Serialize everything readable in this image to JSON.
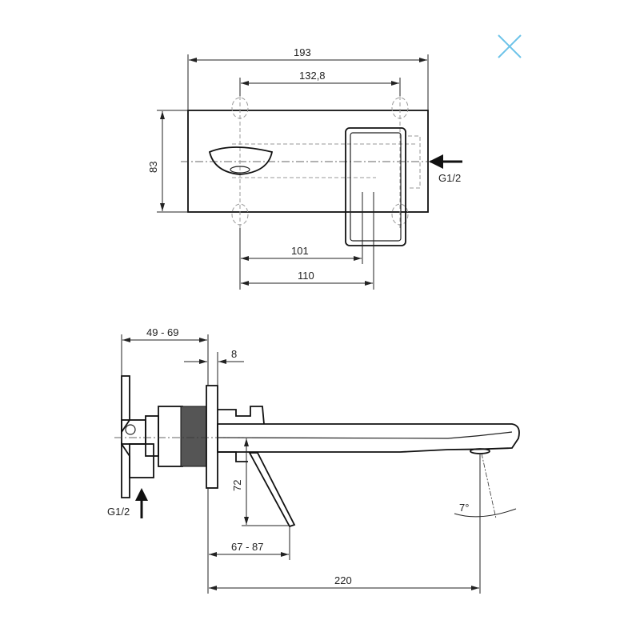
{
  "top_view": {
    "width_label": "193",
    "holes_label": "132,8",
    "height_label": "83",
    "inlet_label": "G1/2",
    "dim_101": "101",
    "dim_110": "110"
  },
  "side_view": {
    "depth_label": "49 - 69",
    "plate_label": "8",
    "lever_height_label": "72",
    "lever_reach_label": "67 - 87",
    "spout_reach_label": "220",
    "inlet_label": "G1/2",
    "angle_label": "7°"
  },
  "colors": {
    "close_icon": "#6cc3e8"
  },
  "icons": {
    "close": "close-icon"
  }
}
